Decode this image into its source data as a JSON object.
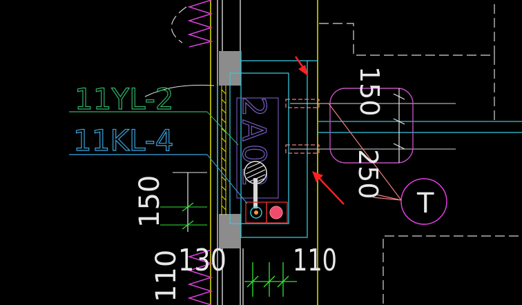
{
  "labels": {
    "beam_yl": "11YL-2",
    "beam_kl": "11KL-4",
    "dim_150_left": "150",
    "dim_110_bottom_left": "110",
    "dim_130": "130",
    "dim_110_bottom_right": "110",
    "dim_150_top_right": "150",
    "dim_250_right": "250",
    "pipe_text": "2A02",
    "tee_symbol": "T"
  },
  "colors": {
    "background": "#000000",
    "white_line": "#e8e8e8",
    "grey_fill": "#8c8c8c",
    "yellow": "#e6e600",
    "cyan": "#33c9d9",
    "green_text": "#2fb56a",
    "blue_text": "#3aa6e0",
    "magenta": "#e040e0",
    "pink": "#f08080",
    "pink_fill": "#f04b6e",
    "orange": "#ff9b2a",
    "green_ticks": "#33e633",
    "violet": "#7a5cc8",
    "arrow_red": "#ff2020"
  },
  "icons": {
    "arrow_upper": "red-arrow-icon",
    "arrow_lower": "red-arrow-icon",
    "tee": "tee-circle-icon"
  }
}
